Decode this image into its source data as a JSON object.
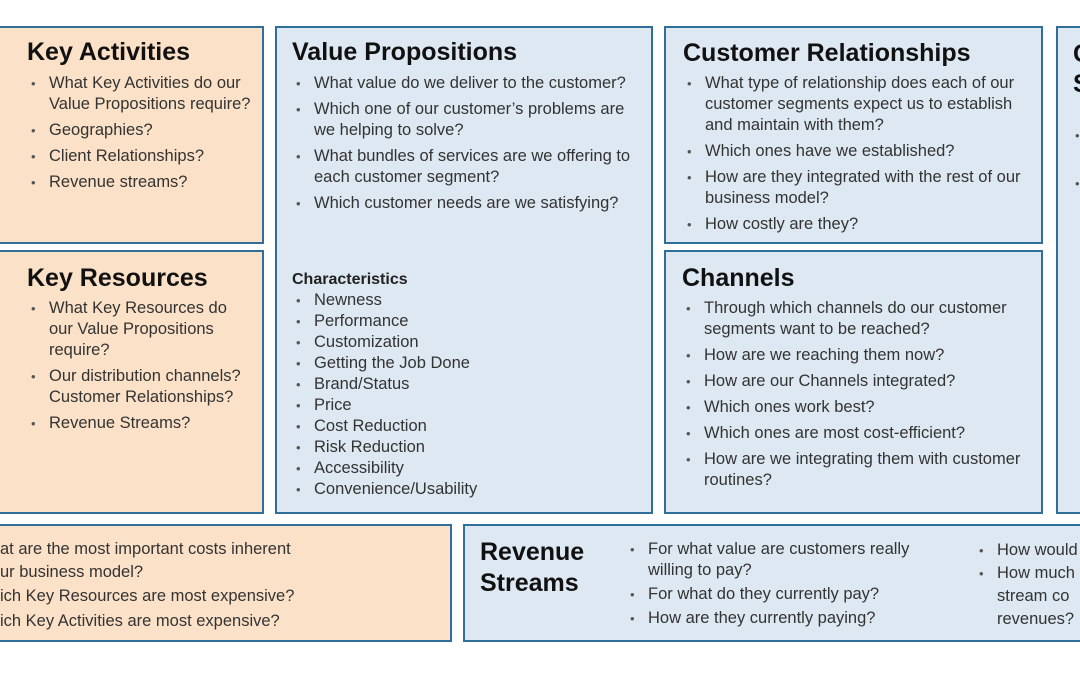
{
  "key_activities": {
    "title": "Key Activities",
    "items": [
      "What Key Activities do our Value Propositions require?",
      "Geographies?",
      "Client Relationships?",
      "Revenue streams?"
    ]
  },
  "key_resources": {
    "title": "Key Resources",
    "items": [
      "What Key Resources do our Value Propositions require?",
      "Our distribution channels? Customer Relationships?",
      "Revenue Streams?"
    ]
  },
  "value_propositions": {
    "title": "Value Propositions",
    "items": [
      "What value do we deliver to the customer?",
      "Which one of our customer’s problems are we helping to solve?",
      "What bundles of  services are we offering to each customer segment?",
      "Which customer needs are we satisfying?"
    ],
    "characteristics_title": "Characteristics",
    "characteristics": [
      "Newness",
      "Performance",
      "Customization",
      "Getting the Job Done",
      "Brand/Status",
      "Price",
      "Cost Reduction",
      "Risk Reduction",
      "Accessibility",
      "Convenience/Usability"
    ]
  },
  "customer_relationships": {
    "title": "Customer Relationships",
    "items": [
      "What type of relationship does each of our customer segments expect us to establish and maintain with them?",
      "Which ones have we established?",
      "How are they integrated with the rest of our business model?",
      "How costly are they?"
    ]
  },
  "channels": {
    "title": "Channels",
    "items": [
      "Through which channels do our customer segments want to be reached?",
      "How are we reaching them now?",
      "How are our Channels integrated?",
      "Which ones work best?",
      "Which ones are most cost-efficient?",
      "How are we integrating them with customer routines?"
    ]
  },
  "customer_segments": {
    "title_line1": "C",
    "title_line2": "S"
  },
  "cost_structure": {
    "lines": [
      "at are the most important costs inherent",
      "ur business model?",
      "ich Key Resources are most expensive?",
      "ich Key Activities are most expensive?"
    ]
  },
  "revenue_streams": {
    "title_line1": "Revenue",
    "title_line2": "Streams",
    "items_col1": [
      "For what value are customers really willing to pay?",
      "For what do they currently pay?",
      "How are they currently paying?"
    ],
    "items_col2_lines": [
      "How would",
      "How much",
      "stream co",
      "revenues?"
    ]
  }
}
